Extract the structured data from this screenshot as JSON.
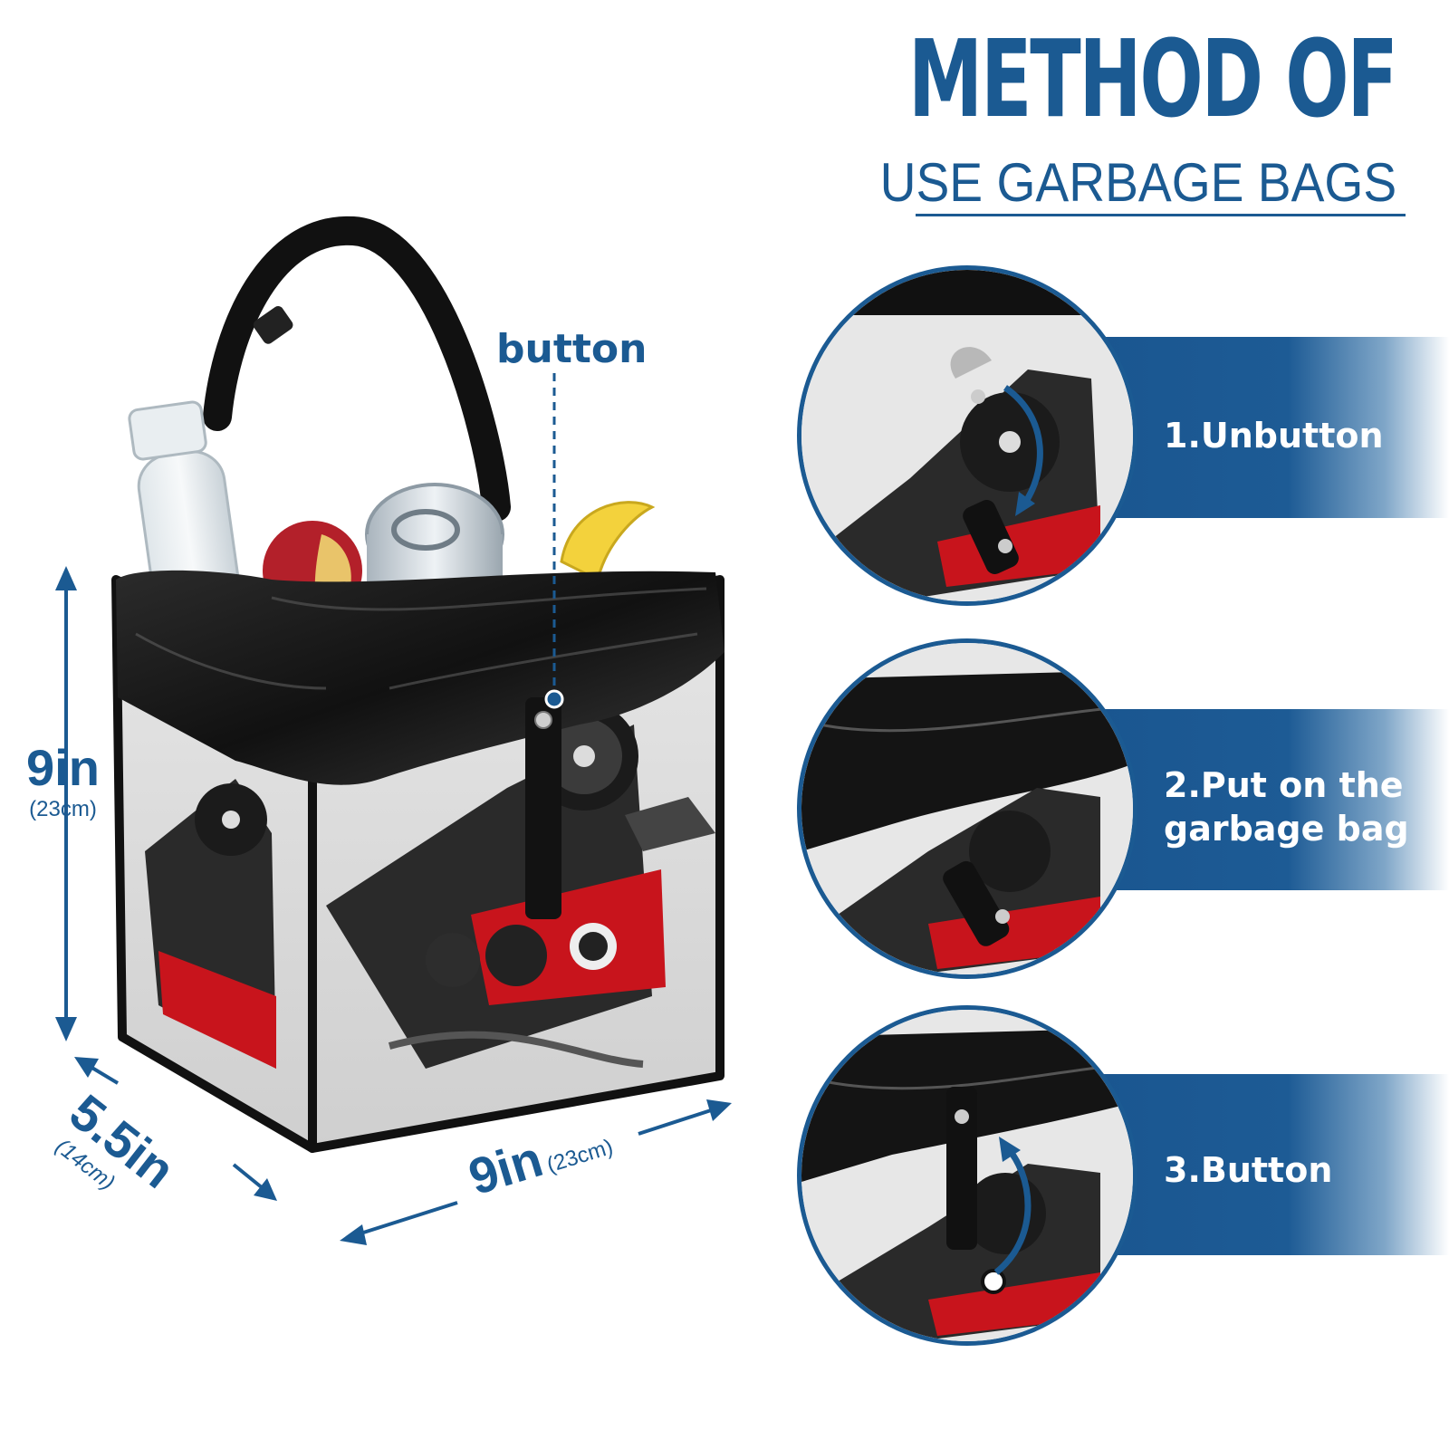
{
  "title": {
    "line1": "METHOD OF",
    "line2": "USE GARBAGE BAGS"
  },
  "callout": {
    "label": "button"
  },
  "dimensions": {
    "height": {
      "value": "9in",
      "metric": "(23cm)"
    },
    "depth": {
      "value": "5.5in",
      "metric": "(14cm)"
    },
    "width": {
      "value": "9in",
      "metric": "(23cm)"
    }
  },
  "steps": [
    {
      "label": "1.Unbutton"
    },
    {
      "label": "2.Put on the\ngarbage bag"
    },
    {
      "label": "3.Button"
    }
  ],
  "colors": {
    "accent": "#1b5a92",
    "bag": "#1a1a1a",
    "train_red": "#c8141c"
  }
}
